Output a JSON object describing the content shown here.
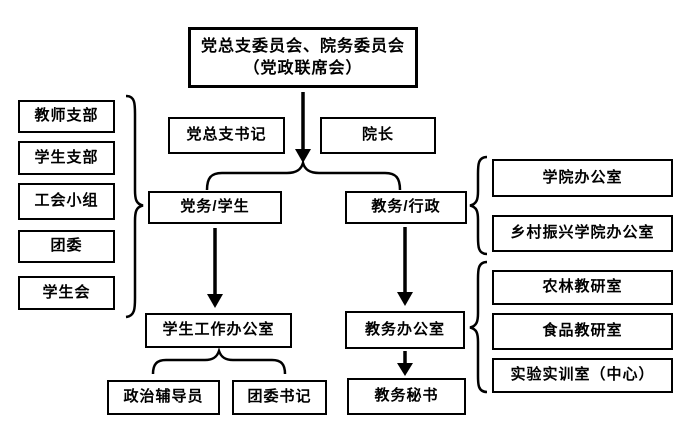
{
  "diagram": {
    "colors": {
      "line": "#000000",
      "text": "#000000",
      "background": "#ffffff"
    },
    "nodes": {
      "top_committee": {
        "line1": "党总支委员会、院务委员会",
        "line2": "（党政联席会）"
      },
      "party_branch_secretary": "党总支书记",
      "dean": "院长",
      "party_student_affairs": "党务/学生",
      "academic_administration": "教务/行政",
      "left_group": [
        "教师支部",
        "学生支部",
        "工会小组",
        "团委",
        "学生会"
      ],
      "right_group_offices": [
        "学院办公室",
        "乡村振兴学院办公室"
      ],
      "right_group_departments": [
        "农林教研室",
        "食品教研室",
        "实验实训室（中心）"
      ],
      "student_work_office": "学生工作办公室",
      "political_counselor": "政治辅导员",
      "youth_league_secretary": "团委书记",
      "academic_affairs_office": "教务办公室",
      "academic_secretary": "教务秘书"
    }
  }
}
